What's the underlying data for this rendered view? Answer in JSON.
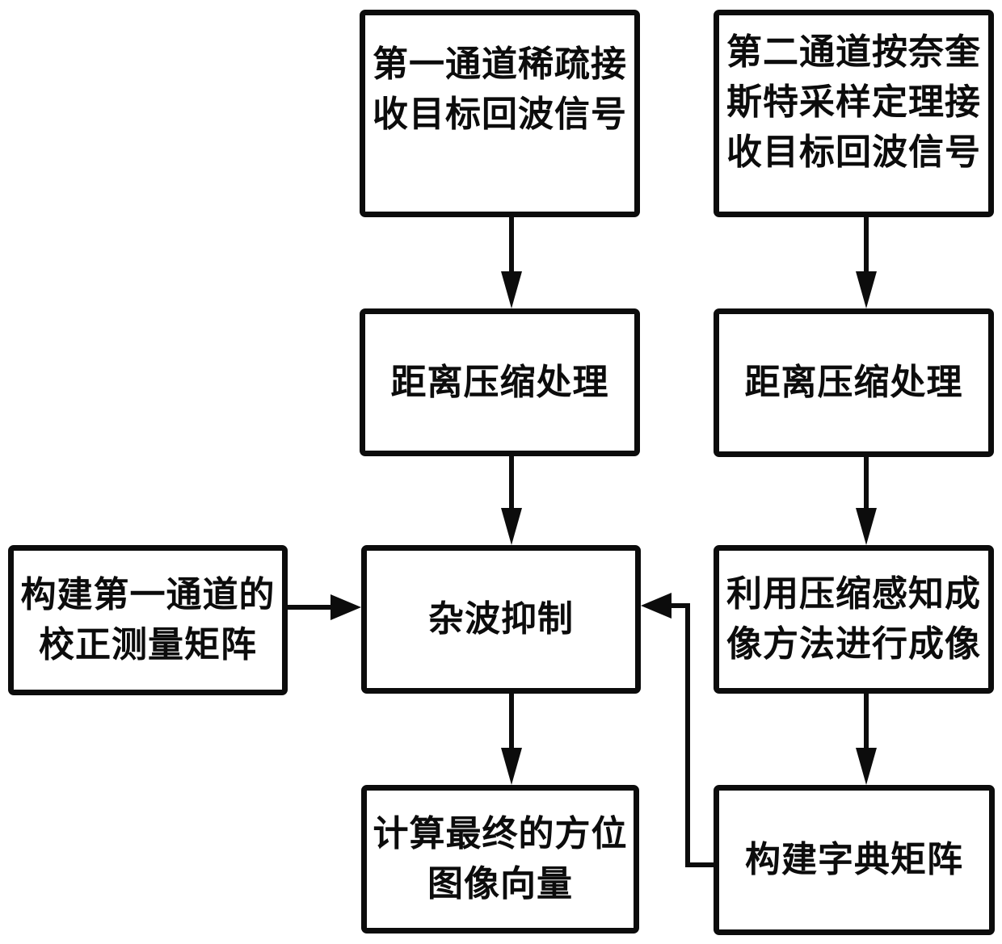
{
  "diagram": {
    "type": "flowchart",
    "background_color": "#ffffff",
    "line_color": "#0c0c0c",
    "nodes": [
      {
        "id": "ch1-receive",
        "label": "第一通道稀疏接\n收目标回波信号"
      },
      {
        "id": "ch2-receive",
        "label": "第二通道按奈奎\n斯特采样定理接\n收目标回波信号"
      },
      {
        "id": "range-compress-1",
        "label": "距离压缩处理"
      },
      {
        "id": "range-compress-2",
        "label": "距离压缩处理"
      },
      {
        "id": "calib-matrix",
        "label": "构建第一通道的\n校正测量矩阵"
      },
      {
        "id": "clutter-suppress",
        "label": "杂波抑制"
      },
      {
        "id": "cs-imaging",
        "label": "利用压缩感知成\n像方法进行成像"
      },
      {
        "id": "final-azimuth",
        "label": "计算最终的方位\n图像向量"
      },
      {
        "id": "dict-matrix",
        "label": "构建字典矩阵"
      }
    ],
    "edges": [
      {
        "from": "ch1-receive",
        "to": "range-compress-1",
        "direction": "down"
      },
      {
        "from": "ch2-receive",
        "to": "range-compress-2",
        "direction": "down"
      },
      {
        "from": "range-compress-1",
        "to": "clutter-suppress",
        "direction": "down"
      },
      {
        "from": "range-compress-2",
        "to": "cs-imaging",
        "direction": "down"
      },
      {
        "from": "calib-matrix",
        "to": "clutter-suppress",
        "direction": "right"
      },
      {
        "from": "clutter-suppress",
        "to": "final-azimuth",
        "direction": "down"
      },
      {
        "from": "cs-imaging",
        "to": "dict-matrix",
        "direction": "down"
      },
      {
        "from": "dict-matrix",
        "to": "clutter-suppress",
        "direction": "left-up-left"
      }
    ]
  }
}
